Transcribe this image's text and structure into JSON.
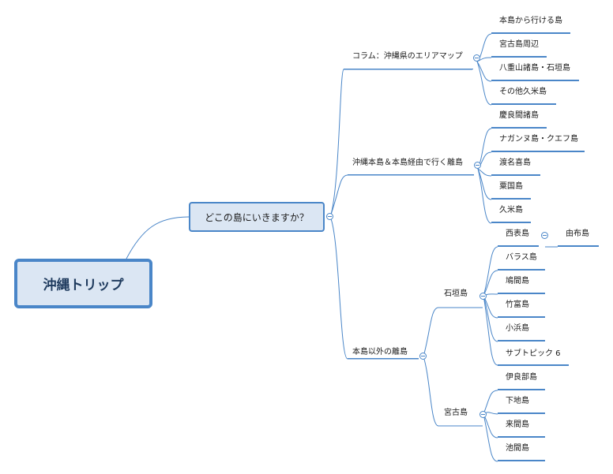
{
  "central": "沖縄トリップ",
  "topic": "どこの島にいきますか？",
  "branches": {
    "b1": {
      "label": "コラム：沖縄県のエリアマップ",
      "children": [
        "本島から行ける島",
        "宮古島周辺",
        "八重山諸島・石垣島",
        "その他久米島"
      ]
    },
    "b2": {
      "label": "沖縄本島＆本島経由で行く離島",
      "children": [
        "慶良間諸島",
        "ナガンヌ島・クエフ島",
        "渡名喜島",
        "粟国島",
        "久米島"
      ]
    },
    "b3": {
      "label": "本島以外の離島",
      "ishigaki": {
        "label": "石垣島",
        "children": [
          "西表島",
          "バラス島",
          "鳩間島",
          "竹富島",
          "小浜島",
          "サブトピック 6"
        ],
        "iriomote_child": "由布島"
      },
      "miyako": {
        "label": "宮古島",
        "children": [
          "伊良部島",
          "下地島",
          "来間島",
          "池間島"
        ]
      }
    }
  },
  "colors": {
    "line": "#4a86c8",
    "fill": "#dbe6f3",
    "text": "#1a1a1a"
  }
}
